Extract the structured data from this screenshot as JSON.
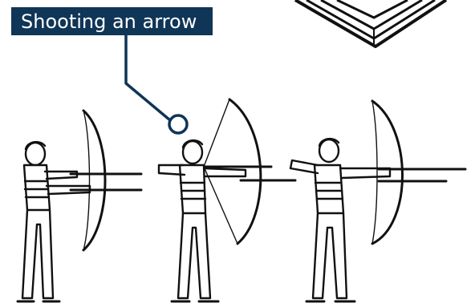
{
  "callout": {
    "label": "Shooting an arrow",
    "color": "#0f3557"
  },
  "illustration": {
    "figures": [
      {
        "pose": "drawn-bow-low-hand"
      },
      {
        "pose": "drawn-bow-high-hand"
      },
      {
        "pose": "drawn-bow-release"
      }
    ]
  }
}
